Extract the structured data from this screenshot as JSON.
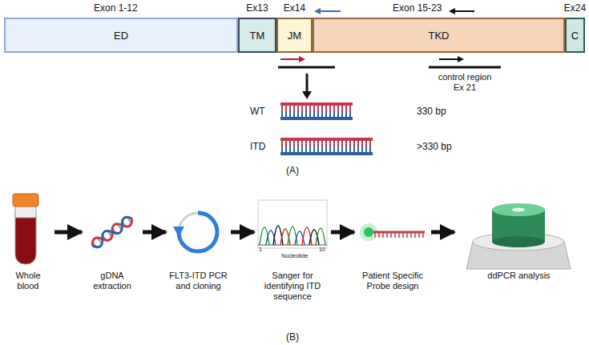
{
  "diagram": {
    "nodes": [
      {
        "text": [
          "Exon 1-12",
          "ED"
        ]
      },
      {
        "text": [
          "Ex13",
          "TM"
        ]
      },
      {
        "text": [
          "Ex14",
          "JM"
        ]
      },
      {
        "text": [
          "Exon 15-23",
          "TKD"
        ]
      },
      {
        "text": [
          "Ex24",
          "C"
        ]
      },
      {
        "text": [
          "Whole blood"
        ]
      },
      {
        "text": [
          "gDNA extraction"
        ]
      },
      {
        "text": [
          "FLT3-ITD PCR and cloning"
        ]
      },
      {
        "text": [
          "Sanger for identifying ITD sequence"
        ]
      },
      {
        "text": [
          "Patient Specific Probe design"
        ]
      },
      {
        "text": [
          "ddPCR analysis"
        ]
      }
    ],
    "edges": [
      {
        "from": 5,
        "to": 6,
        "arrow": "to"
      },
      {
        "from": 6,
        "to": 7,
        "arrow": "to"
      },
      {
        "from": 7,
        "to": 8,
        "arrow": "to"
      },
      {
        "from": 8,
        "to": 9,
        "arrow": "to"
      },
      {
        "from": 9,
        "to": 10,
        "arrow": "to"
      }
    ],
    "labels": [
      "WT",
      "330 bp",
      "ITD",
      ">330 bp",
      "(A)",
      "control region Ex 21",
      "1",
      "Nucleotide",
      "10",
      "(B)"
    ]
  }
}
